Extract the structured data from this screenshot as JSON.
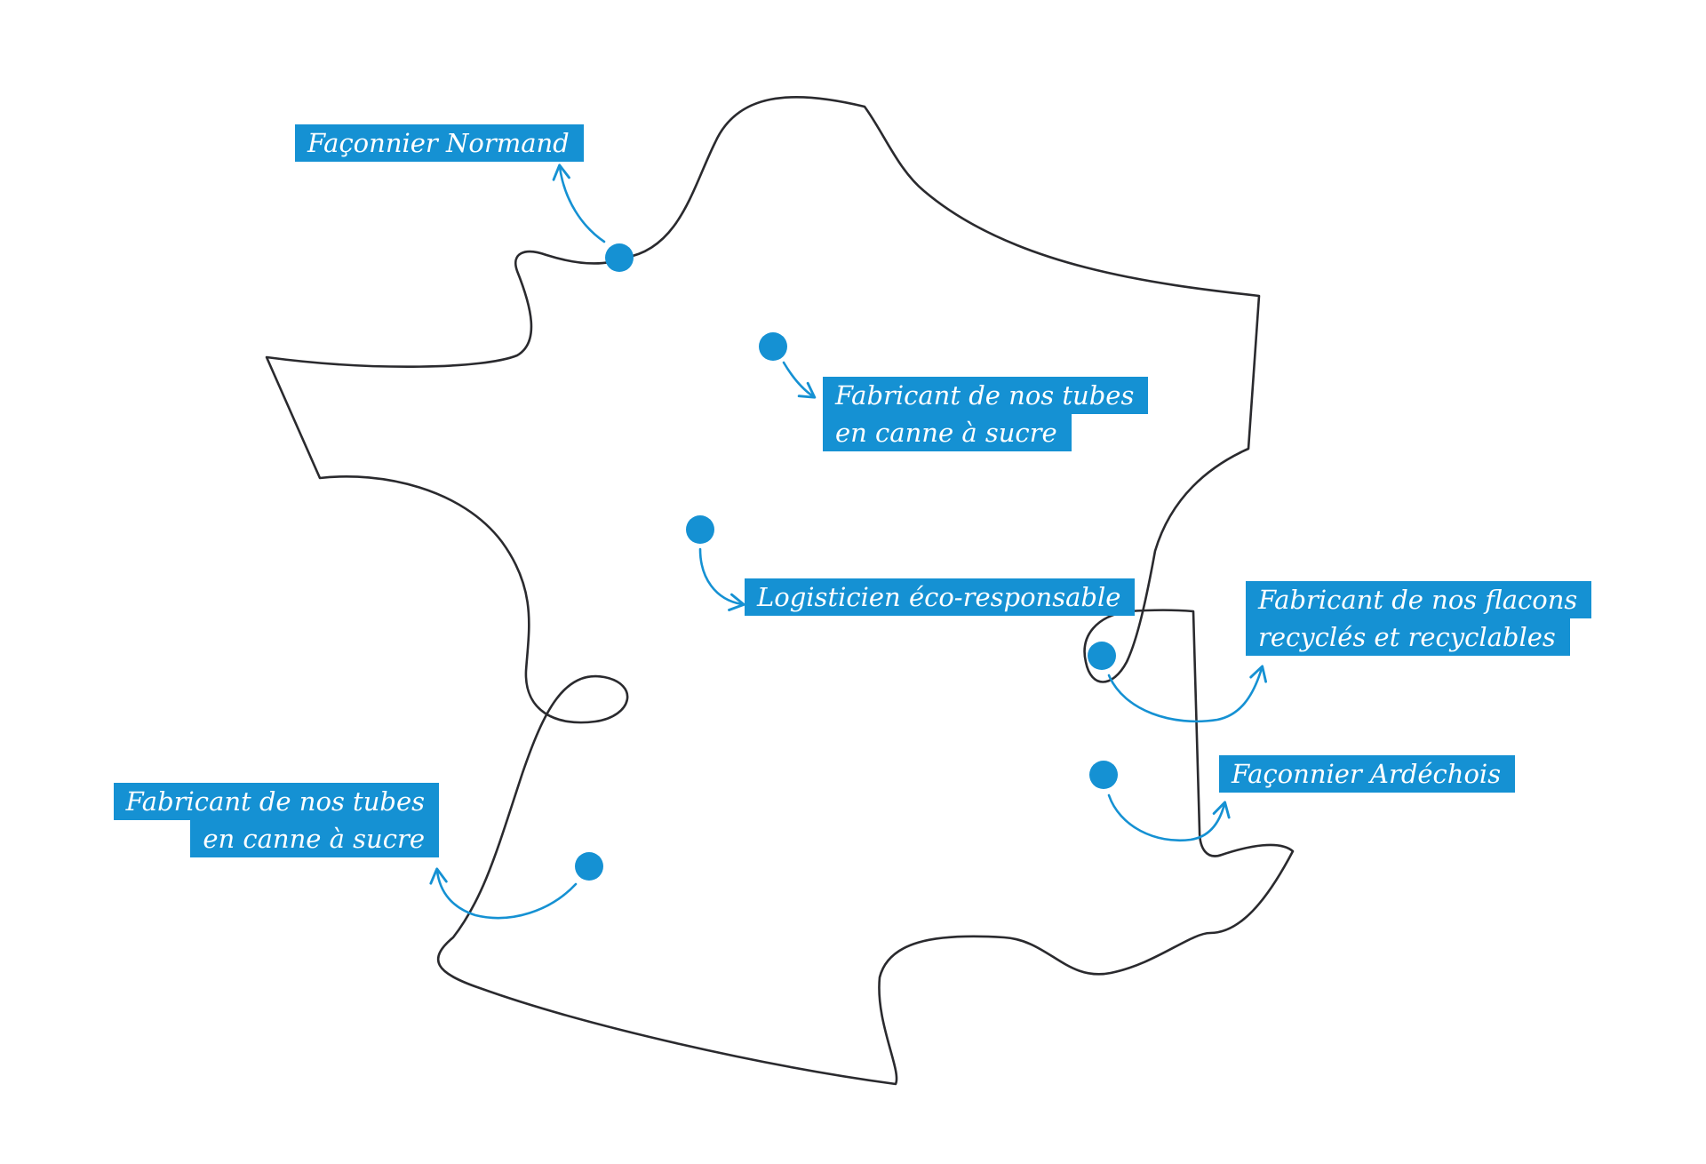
{
  "map": {
    "outline_color": "#2a2a2e",
    "accent_color": "#1591d3",
    "label_text_color": "#ffffff"
  },
  "labels": {
    "faconnier_normand": [
      "Façonnier Normand"
    ],
    "tubes_north": [
      "Fabricant de nos tubes",
      "en canne à sucre"
    ],
    "logisticien": [
      "Logisticien éco-responsable"
    ],
    "flacons": [
      "Fabricant de nos flacons",
      "recyclés et recyclables"
    ],
    "faconnier_ardechois": [
      "Façonnier Ardéchois"
    ],
    "tubes_south": [
      "Fabricant de nos tubes",
      "en canne à sucre"
    ]
  }
}
